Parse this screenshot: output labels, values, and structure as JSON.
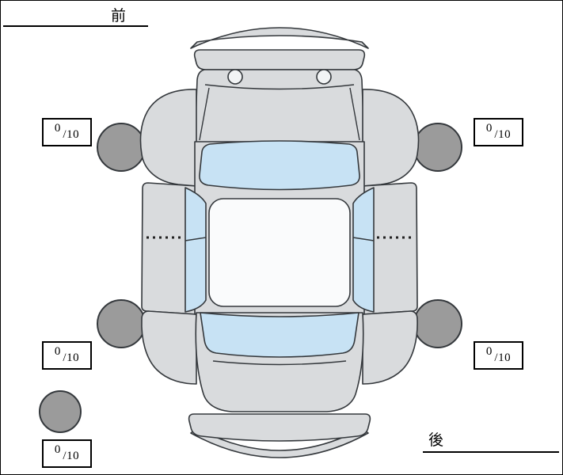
{
  "labels": {
    "front": "前",
    "rear": "後"
  },
  "tread_depth": {
    "front_left": {
      "value": "0",
      "scale": "/10"
    },
    "front_right": {
      "value": "0",
      "scale": "/10"
    },
    "rear_left": {
      "value": "0",
      "scale": "/10"
    },
    "rear_right": {
      "value": "0",
      "scale": "/10"
    },
    "spare": {
      "value": "0",
      "scale": "/10"
    }
  },
  "icons": {
    "car": "car-top-view-icon",
    "tires": [
      "tire-front-left-icon",
      "tire-front-right-icon",
      "tire-rear-left-icon",
      "tire-rear-right-icon",
      "spare-tire-icon"
    ]
  },
  "colors": {
    "outline": "#34383c",
    "body_fill": "#d9dbdd",
    "glass_fill": "#c7e2f4",
    "tire_fill": "#9b9b9b",
    "roof_fill": "#fafbfc",
    "background": "#ffffff"
  }
}
